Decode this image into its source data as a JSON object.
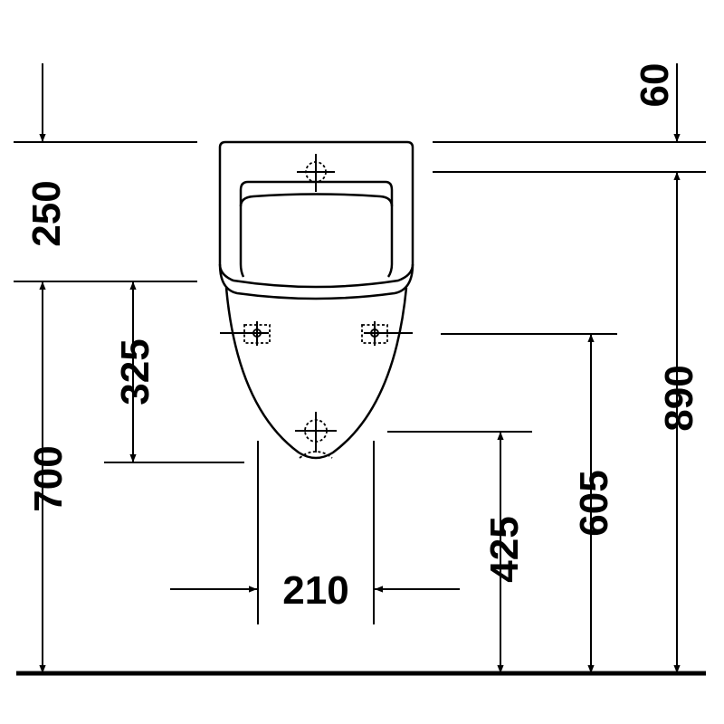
{
  "dimensions": {
    "top_offset": "60",
    "back_height": "250",
    "rim_height": "700",
    "rim_to_bottom": "325",
    "width_outlet": "210",
    "outlet_height": "425",
    "inlet_height": "605",
    "total_height": "890"
  }
}
